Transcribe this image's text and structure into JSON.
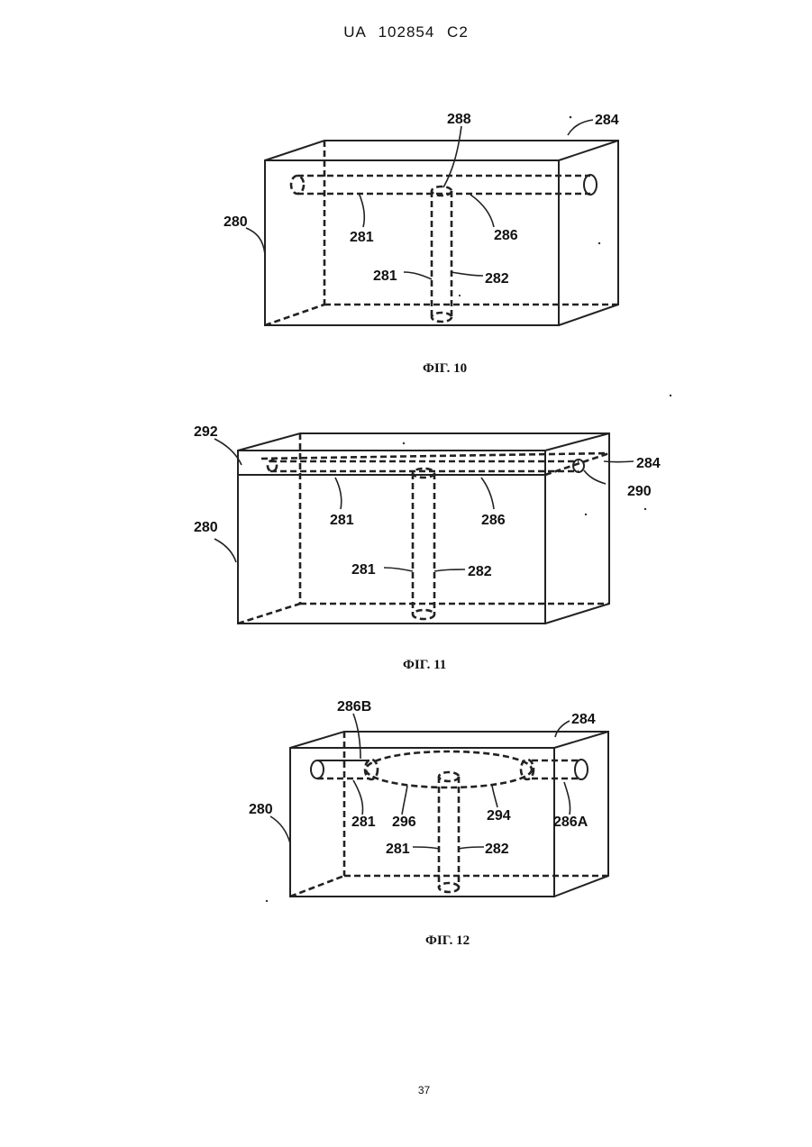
{
  "header": {
    "text": "UA   102854   C2"
  },
  "page_number": "37",
  "figures": [
    {
      "caption": "ФІГ. 10",
      "labels": {
        "l288": "288",
        "l284": "284",
        "l280": "280",
        "l281a": "281",
        "l286": "286",
        "l281b": "281",
        "l282": "282"
      }
    },
    {
      "caption": "ФІГ. 11",
      "labels": {
        "l292": "292",
        "l284": "284",
        "l290": "290",
        "l280": "280",
        "l281a": "281",
        "l286": "286",
        "l281b": "281",
        "l282": "282"
      }
    },
    {
      "caption": "ФІГ. 12",
      "labels": {
        "l286B": "286B",
        "l284": "284",
        "l280": "280",
        "l281a": "281",
        "l296": "296",
        "l294": "294",
        "l286A": "286A",
        "l281b": "281",
        "l282": "282"
      }
    }
  ]
}
